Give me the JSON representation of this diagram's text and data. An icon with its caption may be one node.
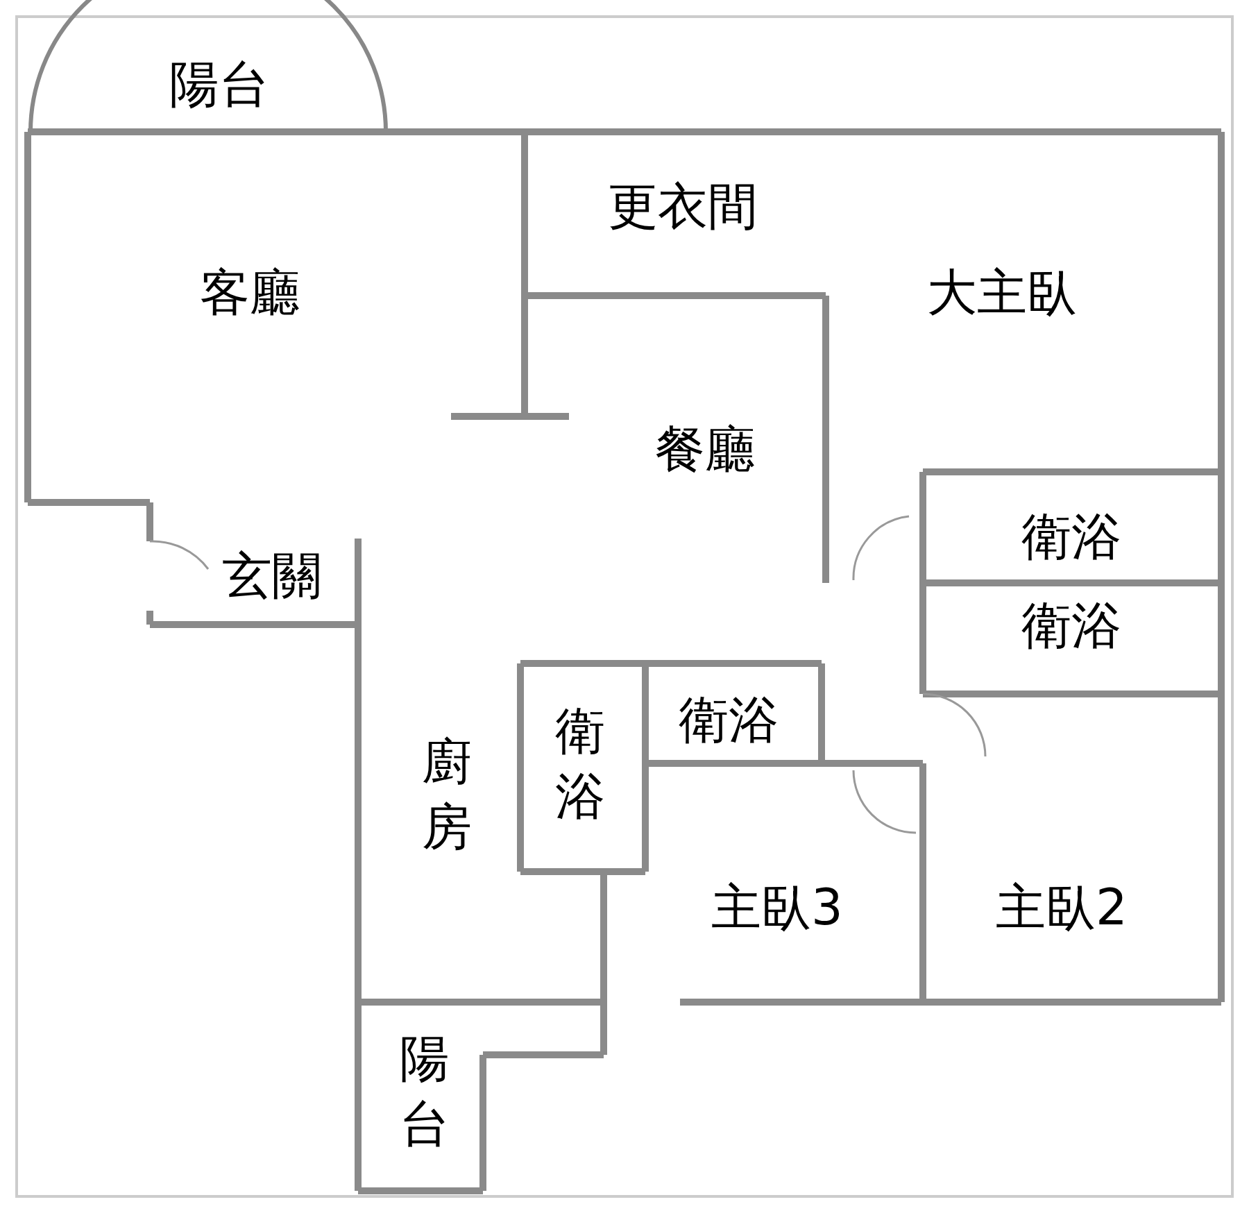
{
  "diagram": {
    "labels": [
      "陽台",
      "客廳",
      "更衣間",
      "大主臥",
      "餐廳",
      "衛浴",
      "衛浴",
      "玄關",
      "衛浴",
      "衛浴",
      "廚房",
      "主臥3",
      "主臥2",
      "陽台"
    ]
  }
}
